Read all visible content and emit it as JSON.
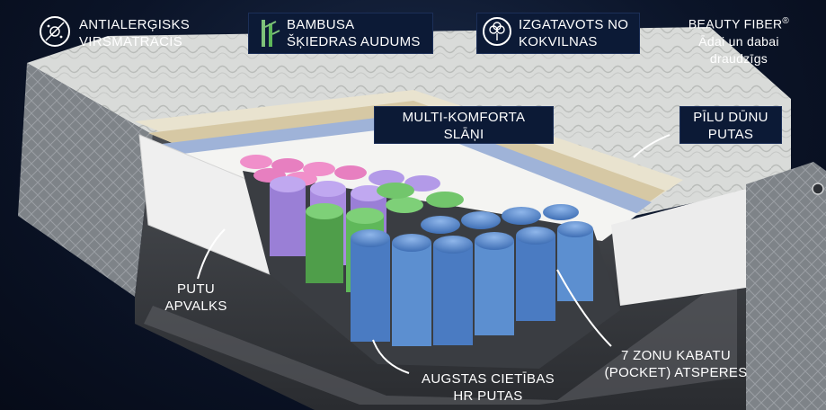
{
  "labels": {
    "antialergisks": {
      "line1": "ANTIALERĢISKS",
      "line2": "VIRSMATRACIS"
    },
    "bambusa": {
      "line1": "BAMBUSA",
      "line2": "ŠĶIEDRAS AUDUMS"
    },
    "izgatavots": {
      "line1": "IZGATAVOTS NO",
      "line2": "KOKVILNAS"
    },
    "beauty": {
      "line1": "BEAUTY FIBER",
      "sup": "®",
      "line2": "Ādai un dabai",
      "line3": "draudzīgs"
    },
    "multikomforta": {
      "line1": "MULTI-KOMFORTA",
      "line2": "SLĀŅI"
    },
    "pilu": {
      "line1": "PĪLU DŪNU",
      "line2": "PUTAS"
    },
    "putu": {
      "line1": "PUTU",
      "line2": "APVALKS"
    },
    "augstas": {
      "line1": "AUGSTAS CIETĪBAS",
      "line2": "HR PUTAS"
    },
    "zonu": {
      "line1": "7 ZONU KABATU",
      "line2": "(POCKET) ATSPERES"
    }
  },
  "icons": [
    "antiallergy-icon",
    "bamboo-icon",
    "cotton-icon"
  ],
  "colors": {
    "background": "#0b1428",
    "label_box": "#0c1a36",
    "spring_pink": "#e77fc0",
    "spring_purple": "#a98be0",
    "spring_green": "#5fb85a",
    "spring_blue": "#5c8fd0",
    "foam_white": "#eeeeee",
    "layer_beige": "#d6c8a4",
    "layer_blue": "#9fb3d8"
  }
}
